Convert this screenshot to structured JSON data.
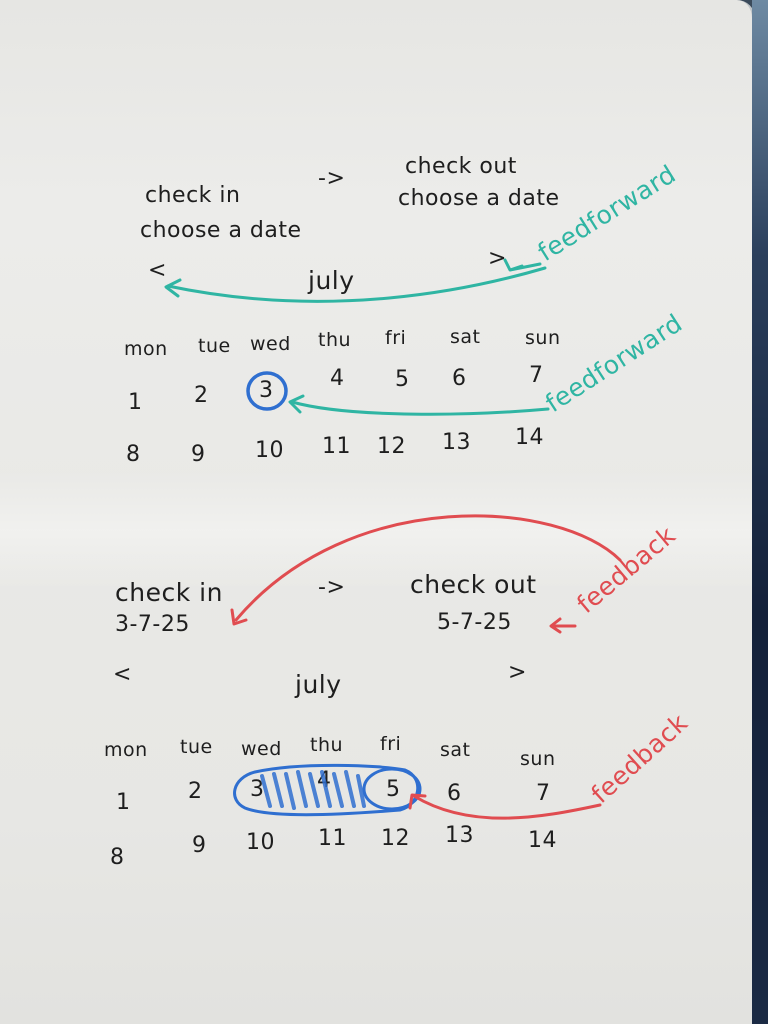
{
  "panel1": {
    "checkin_title": "check in",
    "checkin_hint": "choose a date",
    "arrow": "->",
    "checkout_title": "check out",
    "checkout_hint": "choose a date",
    "prev": "<",
    "next": ">",
    "month": "july",
    "days": [
      "mon",
      "tue",
      "wed",
      "thu",
      "fri",
      "sat",
      "sun"
    ],
    "row1": [
      "1",
      "2",
      "3",
      "4",
      "5",
      "6",
      "7"
    ],
    "row2": [
      "8",
      "9",
      "10",
      "11",
      "12",
      "13",
      "14"
    ],
    "annot_nav": "feedforward",
    "annot_day": "feedforward"
  },
  "panel2": {
    "checkin_title": "check in",
    "checkin_value": "3-7-25",
    "arrow": "->",
    "checkout_title": "check out",
    "checkout_value": "5-7-25",
    "prev": "<",
    "next": ">",
    "month": "july",
    "days": [
      "mon",
      "tue",
      "wed",
      "thu",
      "fri",
      "sat",
      "sun"
    ],
    "row1": [
      "1",
      "2",
      "3",
      "4",
      "5",
      "6",
      "7"
    ],
    "row2": [
      "8",
      "9",
      "10",
      "11",
      "12",
      "13",
      "14"
    ],
    "annot_values": "feedback",
    "annot_range": "feedback"
  },
  "colors": {
    "ink": "#1e1e1e",
    "feedforward": "#2fb5a3",
    "feedback": "#e04c50",
    "selection": "#2f6fd0"
  }
}
